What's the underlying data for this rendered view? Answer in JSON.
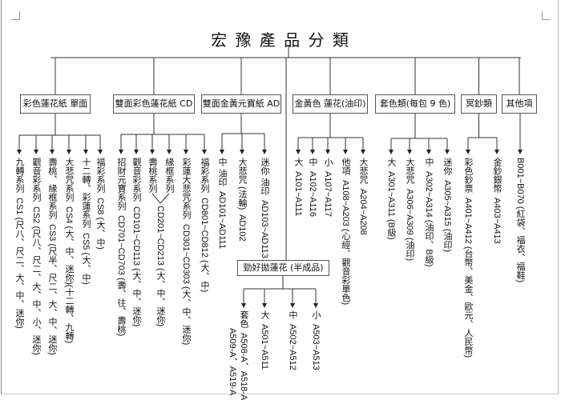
{
  "title": "宏 豫 產 品 分 類",
  "categories": [
    {
      "label": "彩色蓮花紙 單面",
      "children": [
        {
          "name": "九轉系列",
          "code": "CS1 (尺八、尺二、大、中、迷你)"
        },
        {
          "name": "觀音彩系列",
          "code": "CS2 (尺八、尺二、大、中、小、迷你)"
        },
        {
          "name": "壽桃、緣框系列",
          "code": "CS3 (尺半、尺二、大、中、迷你)"
        },
        {
          "name": "大悲咒系列",
          "code": "CS4 (大、中、迷你)(十二轉、九轉)"
        },
        {
          "name": "十二轉、彩蓮系列",
          "code": "CS5 (大、中)"
        },
        {
          "name": "福彩系列",
          "code": "CS8 (大、中)"
        }
      ]
    },
    {
      "label": "雙面彩色蓮花紙 CD",
      "merged_code": "CD201~CD213 (大、中、迷你)",
      "children": [
        {
          "name": "招財元寶系列",
          "code": "CD701~CD703 (壽、往、壽桃)"
        },
        {
          "name": "觀音彩系列",
          "code": "CD101~CD113 (大、中、迷你)"
        },
        {
          "name": "壽桃系列",
          "code": ""
        },
        {
          "name": "緣框系列",
          "code": ""
        },
        {
          "name": "彩蓮大悲咒系列",
          "code": "CD301~CD303 (大、中、迷你)"
        },
        {
          "name": "福彩系列",
          "code": "CD801~CD812 (大、中)"
        }
      ]
    },
    {
      "label": "雙面金黃元寶紙 AD",
      "children": [
        {
          "name": "中 油印",
          "code": "AD101~AD111"
        },
        {
          "name": "大悲咒 (法輪)",
          "code": "AD102"
        },
        {
          "name": "迷你 油印",
          "code": "AD103~AD113"
        }
      ]
    },
    {
      "label": "金黃色 蓮花(油印)",
      "children": [
        {
          "name": "大",
          "code": "A101~A111"
        },
        {
          "name": "中",
          "code": "A102~A116"
        },
        {
          "name": "小",
          "code": "A107~A117"
        },
        {
          "name": "他項",
          "code": "A108~A203 (心經、觀音彩單色)"
        },
        {
          "name": "大悲咒",
          "code": "A204~A208"
        }
      ]
    },
    {
      "label": "套色類(每包 9 色)",
      "children": [
        {
          "name": "大",
          "code": "A301~A311 (B級)"
        },
        {
          "name": "大悲咒",
          "code": "A306~A309 (油印)"
        },
        {
          "name": "中",
          "code": "A302~A314 (油印、B級)"
        },
        {
          "name": "迷你",
          "code": "A305~A315 (油印)"
        }
      ]
    },
    {
      "label": "冥鈔類",
      "children": [
        {
          "name": "彩色鈔票",
          "code": "A401~A412 (台幣、美金、歐元、人民幣)"
        },
        {
          "name": "金鈔銀幣",
          "code": "A403~A413"
        }
      ]
    },
    {
      "label": "其他項",
      "children": [
        {
          "name": "",
          "code": "B001~B070 (紅袋、福衣、福鞋)"
        }
      ]
    }
  ],
  "subgroup": {
    "label": "勁好拋蓮花 (半成品)",
    "children": [
      {
        "name": "套色",
        "code": "A508-A、A518-A",
        "code2": "A509-A、A519-A"
      },
      {
        "name": "大",
        "code": "A501~A511"
      },
      {
        "name": "中",
        "code": "A502~A512"
      },
      {
        "name": "小",
        "code": "A503~A513"
      }
    ]
  }
}
